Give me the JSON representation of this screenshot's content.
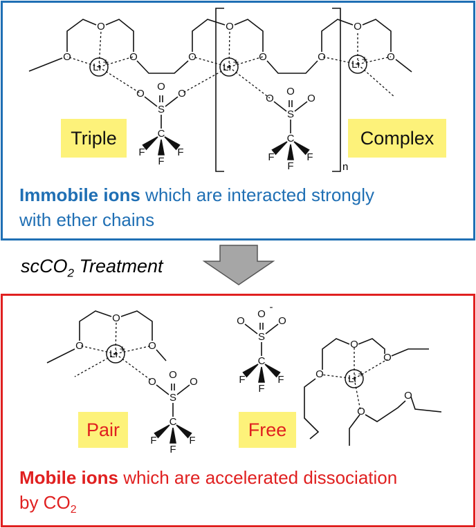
{
  "top_panel": {
    "label_left": "Triple",
    "label_right": "Complex",
    "repeat_subscript": "n",
    "caption_bold": "Immobile ions",
    "caption_rest": " which are interacted strongly",
    "caption_line2": "with ether chains"
  },
  "transition": {
    "text_pre": "scCO",
    "text_sub": "2",
    "text_post": " Treatment"
  },
  "bottom_panel": {
    "label_left": "Pair",
    "label_right": "Free",
    "caption_bold": "Mobile ions",
    "caption_rest": " which are accelerated dissociation",
    "caption_line2_pre": "by CO",
    "caption_line2_sub": "2"
  },
  "atoms": {
    "lithium": "Li",
    "charge_plus": "+",
    "oxygen": "O",
    "sulfur": "S",
    "carbon": "C",
    "fluorine": "F",
    "charge_minus": "-"
  },
  "colors": {
    "top_border": "#1f6fb4",
    "bottom_border": "#e02020",
    "label_bg": "#fdf27a",
    "arrow": "#a6a6a6"
  }
}
